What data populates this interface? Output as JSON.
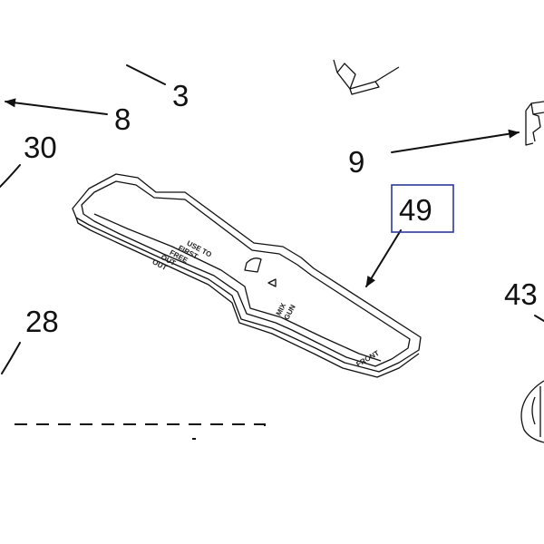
{
  "diagram": {
    "callouts": {
      "c3": "3",
      "c8": "8",
      "c30": "30",
      "c9": "9",
      "c49": "49",
      "c43": "43",
      "c28": "28"
    },
    "tray_markings": {
      "left_block": [
        "USE TO",
        "FIRST",
        "FREE",
        "OUT",
        "OUT"
      ],
      "middle_block": [
        "MIX",
        "GUN"
      ],
      "front": "FRONT"
    },
    "highlight_color": "#2b3a9a",
    "line_color": "#111111"
  }
}
